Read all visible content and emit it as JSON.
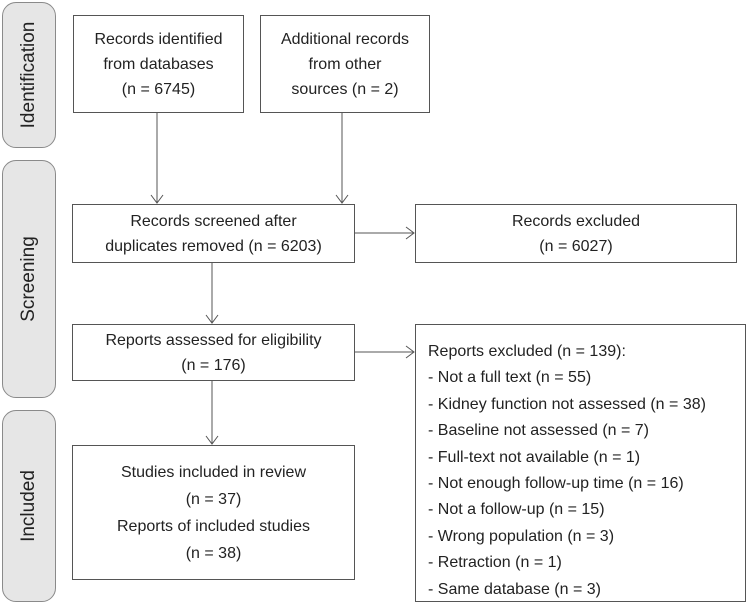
{
  "phases": [
    {
      "id": "identification",
      "label": "Identification"
    },
    {
      "id": "screening",
      "label": "Screening"
    },
    {
      "id": "included",
      "label": "Included"
    }
  ],
  "boxes": {
    "records_identified": [
      "Records identified",
      "from databases",
      "(n = 6745)"
    ],
    "additional_records": [
      "Additional records",
      "from other",
      "sources (n = 2)"
    ],
    "records_screened": [
      "Records screened after",
      "duplicates removed (n = 6203)"
    ],
    "records_excluded": [
      "Records excluded",
      "(n = 6027)"
    ],
    "reports_assessed": [
      "Reports assessed for eligibility",
      "(n = 176)"
    ],
    "reports_excluded": {
      "heading": "Reports excluded (n = 139):",
      "items": [
        "- Not a full text (n = 55)",
        "- Kidney function not assessed (n = 38)",
        "- Baseline not assessed (n = 7)",
        "- Full-text not available (n = 1)",
        "- Not enough follow-up time (n = 16)",
        "- Not a follow-up (n = 15)",
        "- Wrong population (n = 3)",
        "- Retraction (n = 1)",
        "- Same database (n = 3)"
      ]
    },
    "studies_included": [
      "Studies included in review",
      "(n = 37)",
      "Reports of included studies",
      "(n = 38)"
    ]
  },
  "colors": {
    "phase_fill": "#e6e6e6",
    "phase_border": "#8a8a8a",
    "box_border": "#555555",
    "arrow": "#555555"
  }
}
